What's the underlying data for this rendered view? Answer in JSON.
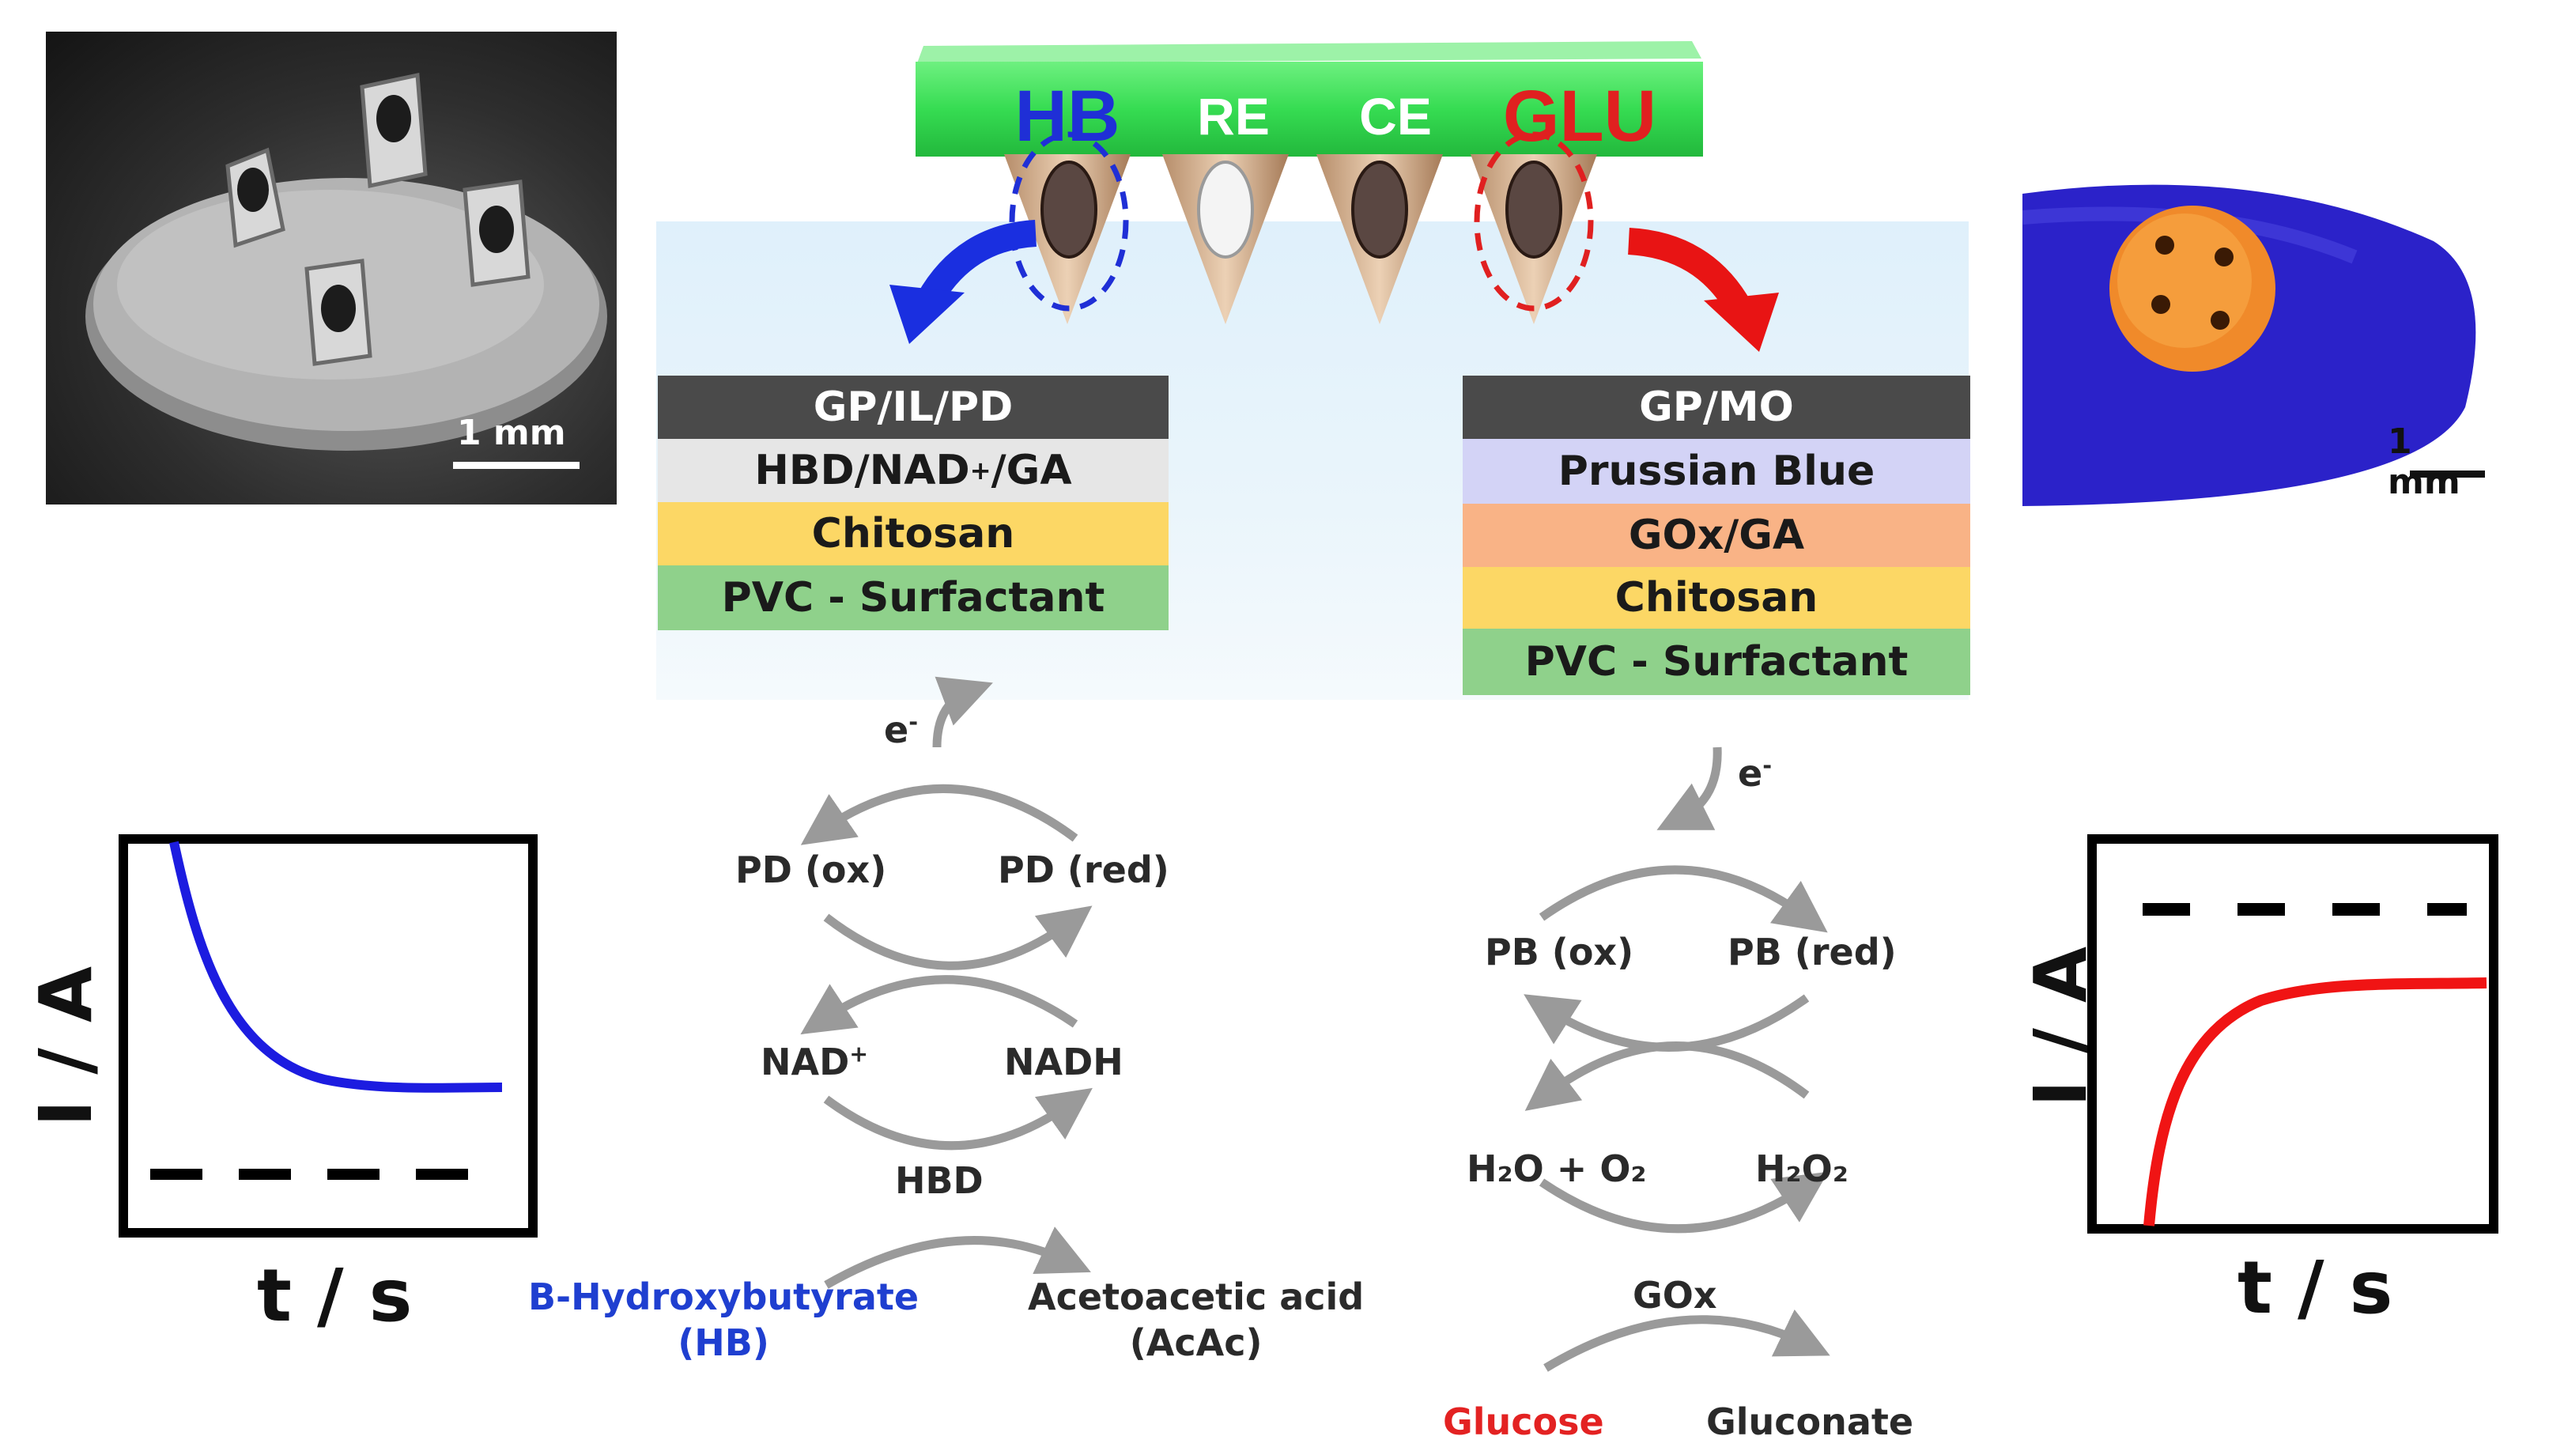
{
  "electrode_bar": {
    "labels": {
      "hb": "HB",
      "re": "RE",
      "ce": "CE",
      "glu": "GLU"
    },
    "colors": {
      "bar": "#3ee35c",
      "hb": "#1f2fd6",
      "glu": "#e02020",
      "white_label": "#ffffff"
    }
  },
  "micrograph": {
    "scale": "1 mm"
  },
  "photo": {
    "scale": "1 mm"
  },
  "hb_stack": {
    "layers": [
      {
        "text": "GP/IL/PD",
        "color": "#4a4a4a",
        "dark": true
      },
      {
        "text": "HBD/NAD⁺/GA",
        "color": "#e6e6e6",
        "dark": false
      },
      {
        "text": "Chitosan",
        "color": "#fcd765",
        "dark": false
      },
      {
        "text": "PVC - Surfactant",
        "color": "#8fd18b",
        "dark": false
      }
    ]
  },
  "glu_stack": {
    "layers": [
      {
        "text": "GP/MO",
        "color": "#4a4a4a",
        "dark": true
      },
      {
        "text": "Prussian Blue",
        "color": "#d3d3f6",
        "dark": false
      },
      {
        "text": "GOx/GA",
        "color": "#f9b386",
        "dark": false
      },
      {
        "text": "Chitosan",
        "color": "#fcd765",
        "dark": false
      },
      {
        "text": "PVC - Surfactant",
        "color": "#8fd18b",
        "dark": false
      }
    ]
  },
  "hb_path": {
    "electron": "e",
    "electron_sup": "-",
    "pd_ox": "PD (ox)",
    "pd_red": "PD (red)",
    "nad": "NAD",
    "nad_sup": "+",
    "nadh": "NADH",
    "enzyme": "HBD",
    "substrate_1": "B-Hydroxybutyrate",
    "substrate_2": "(HB)",
    "product_1": "Acetoacetic acid",
    "product_2": "(AcAc)"
  },
  "glu_path": {
    "electron": "e",
    "electron_sup": "-",
    "pb_ox": "PB (ox)",
    "pb_red": "PB (red)",
    "h2o_o2": "H₂O + O₂",
    "h2o2": "H₂O₂",
    "enzyme": "GOx",
    "substrate": "Glucose",
    "product": "Gluconate"
  },
  "plots": {
    "left": {
      "ylabel": "I / A",
      "xlabel": "t / s",
      "signal_color": "#1c1ce0"
    },
    "right": {
      "ylabel": "I / A",
      "xlabel": "t / s",
      "signal_color": "#f01414"
    }
  },
  "colors": {
    "hb_text": "#1f3fd0",
    "glu_text": "#e32222",
    "arrow_gray": "#9a9a9a",
    "arrow_blue": "#1a2fe0",
    "arrow_red": "#e81414"
  }
}
